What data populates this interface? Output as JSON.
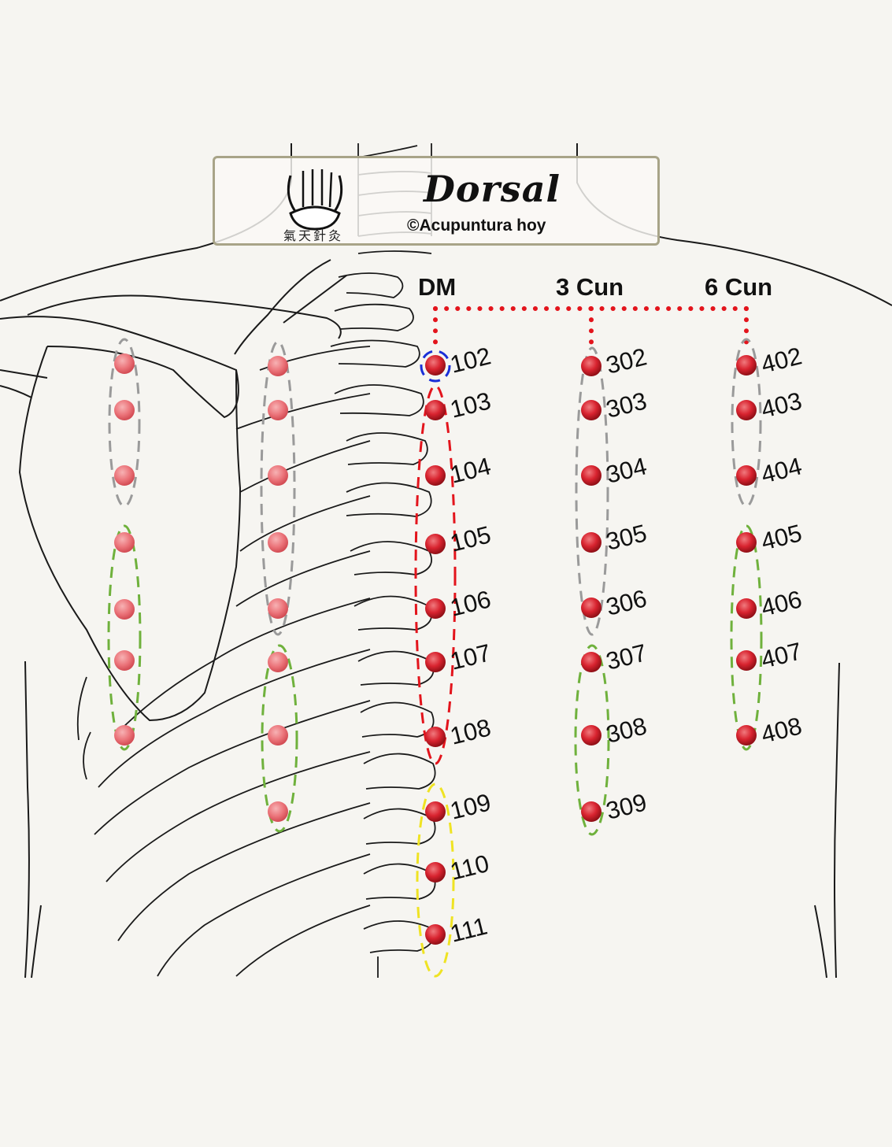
{
  "header": {
    "title": "Dorsal",
    "subtitle": "©Acupuntura hoy",
    "logo_caption": "氣天針灸"
  },
  "columns": [
    {
      "key": "dm",
      "label": "DM"
    },
    {
      "key": "cun3",
      "label": "3 Cun"
    },
    {
      "key": "cun6",
      "label": "6 Cun"
    }
  ],
  "points": {
    "dm": [
      "102",
      "103",
      "104",
      "105",
      "106",
      "107",
      "108",
      "109",
      "110",
      "111"
    ],
    "cun3": [
      "302",
      "303",
      "304",
      "305",
      "306",
      "307",
      "308",
      "309"
    ],
    "cun6": [
      "402",
      "403",
      "404",
      "405",
      "406",
      "407",
      "408"
    ]
  },
  "colors": {
    "point": "#d8232f",
    "connector": "#e3141c",
    "group_gray": "#9a9a9a",
    "group_green": "#6fb13c",
    "group_red": "#e3141c",
    "group_yellow": "#efe323",
    "group_blue": "#1a2fd8"
  }
}
